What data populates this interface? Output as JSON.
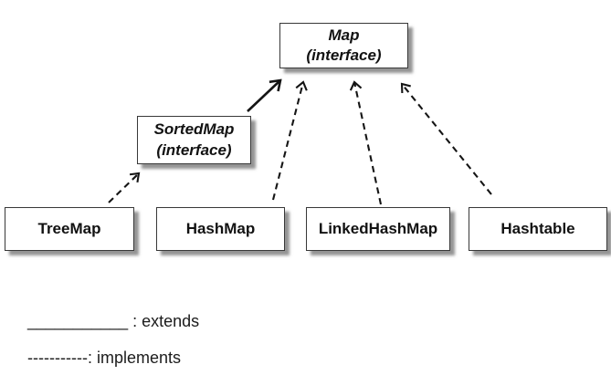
{
  "diagram": {
    "nodes": [
      {
        "id": "map",
        "label": "Map",
        "sublabel": "(interface)"
      },
      {
        "id": "sortedmap",
        "label": "SortedMap",
        "sublabel": "(interface)"
      },
      {
        "id": "treemap",
        "label": "TreeMap"
      },
      {
        "id": "hashmap",
        "label": "HashMap"
      },
      {
        "id": "linkedhashmap",
        "label": "LinkedHashMap"
      },
      {
        "id": "hashtable",
        "label": "Hashtable"
      }
    ],
    "edges": [
      {
        "from": "SortedMap",
        "to": "Map",
        "relation": "extends",
        "line": "solid"
      },
      {
        "from": "TreeMap",
        "to": "SortedMap",
        "relation": "implements",
        "line": "dashed"
      },
      {
        "from": "HashMap",
        "to": "Map",
        "relation": "implements",
        "line": "dashed"
      },
      {
        "from": "LinkedHashMap",
        "to": "Map",
        "relation": "implements",
        "line": "dashed"
      },
      {
        "from": "Hashtable",
        "to": "Map",
        "relation": "implements",
        "line": "dashed"
      }
    ]
  },
  "legend": {
    "items": [
      {
        "symbol": "___________",
        "separator": " : ",
        "label": "extends"
      },
      {
        "symbol": "-----------",
        "separator": ": ",
        "label": "implements"
      }
    ]
  },
  "colors": {
    "background": "#ffffff",
    "box_fill": "#ffffff",
    "box_border": "#383838",
    "box_shadow": "#6e6e6e",
    "line": "#151515",
    "text": "#121212"
  }
}
